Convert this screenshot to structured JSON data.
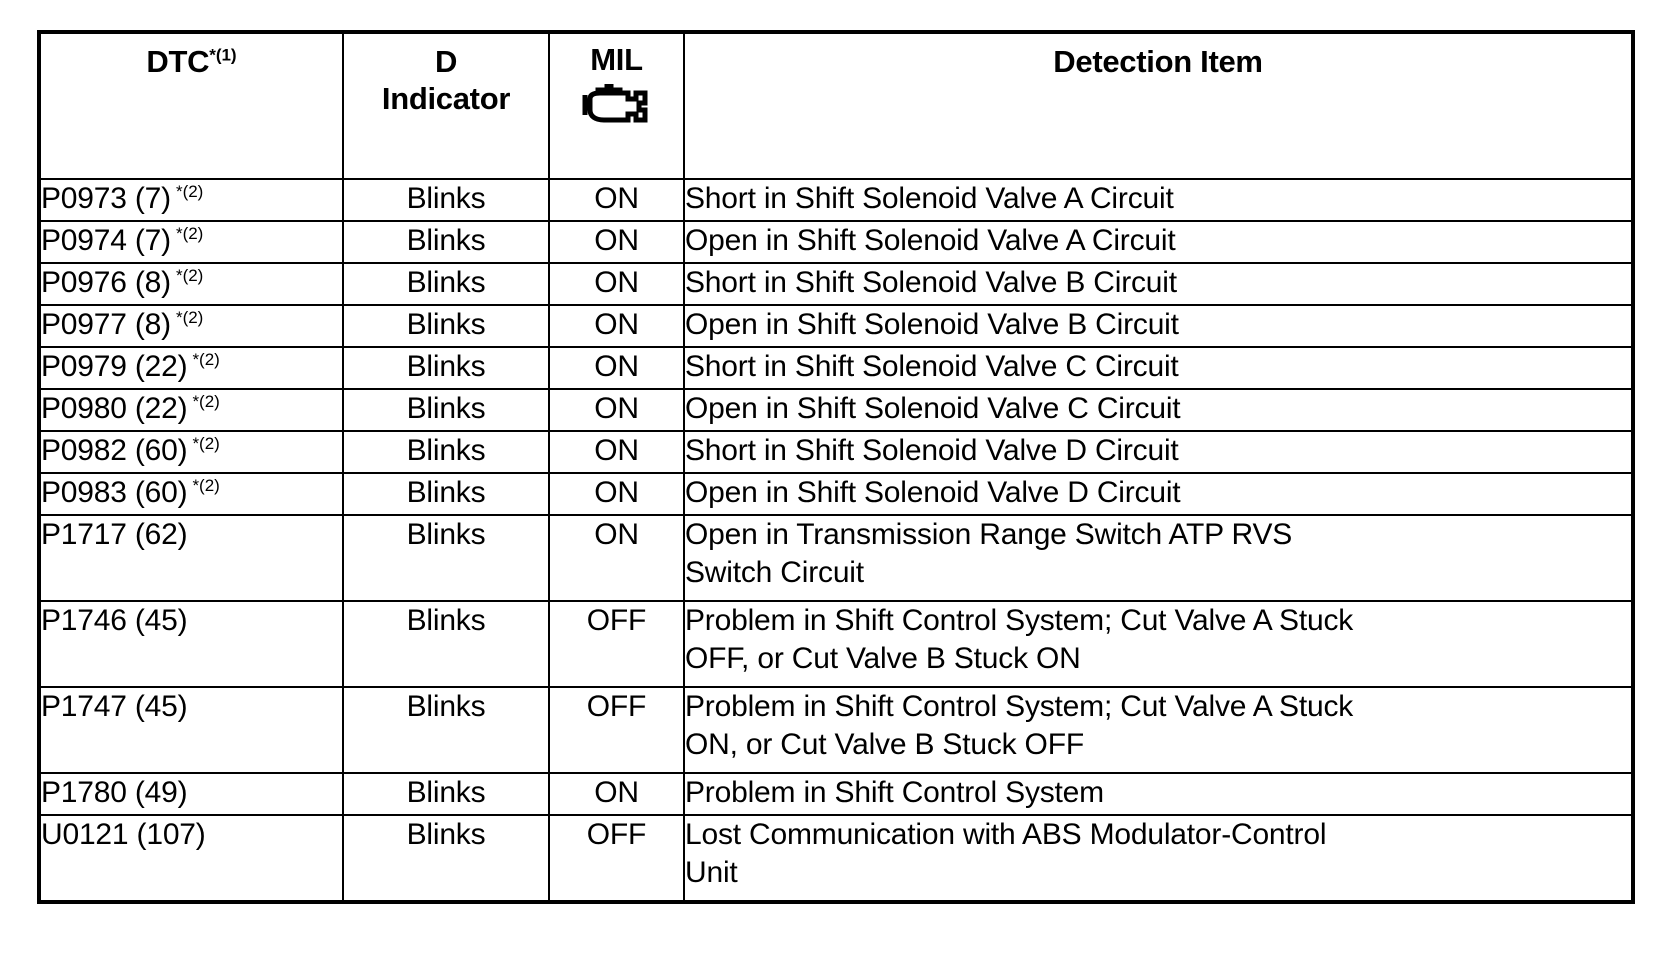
{
  "table": {
    "headers": {
      "dtc": "DTC",
      "dtc_footnote": "*(1)",
      "indicator_line1": "D",
      "indicator_line2": "Indicator",
      "mil": "MIL",
      "mil_icon": "check-engine-icon",
      "detection": "Detection Item"
    },
    "rows": [
      {
        "dtc": "P0973 (7)",
        "dtc_footnote": "*(2)",
        "indicator": "Blinks",
        "mil": "ON",
        "detection_lines": [
          "Short in Shift Solenoid Valve A Circuit"
        ],
        "multiline": false
      },
      {
        "dtc": "P0974 (7)",
        "dtc_footnote": "*(2)",
        "indicator": "Blinks",
        "mil": "ON",
        "detection_lines": [
          "Open in Shift Solenoid Valve A Circuit"
        ],
        "multiline": false
      },
      {
        "dtc": "P0976 (8)",
        "dtc_footnote": "*(2)",
        "indicator": "Blinks",
        "mil": "ON",
        "detection_lines": [
          "Short in Shift Solenoid Valve B Circuit"
        ],
        "multiline": false
      },
      {
        "dtc": "P0977 (8)",
        "dtc_footnote": "*(2)",
        "indicator": "Blinks",
        "mil": "ON",
        "detection_lines": [
          "Open in Shift Solenoid Valve B Circuit"
        ],
        "multiline": false
      },
      {
        "dtc": "P0979 (22)",
        "dtc_footnote": "*(2)",
        "indicator": "Blinks",
        "mil": "ON",
        "detection_lines": [
          "Short in Shift Solenoid Valve C Circuit"
        ],
        "multiline": false
      },
      {
        "dtc": "P0980 (22)",
        "dtc_footnote": "*(2)",
        "indicator": "Blinks",
        "mil": "ON",
        "detection_lines": [
          "Open in Shift Solenoid Valve C Circuit"
        ],
        "multiline": false
      },
      {
        "dtc": "P0982 (60)",
        "dtc_footnote": "*(2)",
        "indicator": "Blinks",
        "mil": "ON",
        "detection_lines": [
          "Short in Shift Solenoid Valve D Circuit"
        ],
        "multiline": false
      },
      {
        "dtc": "P0983 (60)",
        "dtc_footnote": "*(2)",
        "indicator": "Blinks",
        "mil": "ON",
        "detection_lines": [
          "Open in Shift Solenoid Valve D Circuit"
        ],
        "multiline": false
      },
      {
        "dtc": "P1717 (62)",
        "dtc_footnote": "",
        "indicator": "Blinks",
        "mil": "ON",
        "detection_lines": [
          "Open in Transmission Range Switch ATP RVS",
          "Switch Circuit"
        ],
        "multiline": true
      },
      {
        "dtc": "P1746 (45)",
        "dtc_footnote": "",
        "indicator": "Blinks",
        "mil": "OFF",
        "detection_lines": [
          "Problem in Shift Control System; Cut Valve A Stuck",
          "OFF, or Cut Valve B Stuck ON"
        ],
        "multiline": true
      },
      {
        "dtc": "P1747 (45)",
        "dtc_footnote": "",
        "indicator": "Blinks",
        "mil": "OFF",
        "detection_lines": [
          "Problem in Shift Control System; Cut Valve A Stuck",
          "ON, or Cut Valve B Stuck OFF"
        ],
        "multiline": true
      },
      {
        "dtc": "P1780 (49)",
        "dtc_footnote": "",
        "indicator": "Blinks",
        "mil": "ON",
        "detection_lines": [
          "Problem in Shift Control System"
        ],
        "multiline": false
      },
      {
        "dtc": "U0121 (107)",
        "dtc_footnote": "",
        "indicator": "Blinks",
        "mil": "OFF",
        "detection_lines": [
          "Lost Communication with ABS Modulator-Control",
          "Unit"
        ],
        "multiline": true
      }
    ]
  },
  "colors": {
    "ink": "#000000",
    "paper": "#ffffff"
  }
}
